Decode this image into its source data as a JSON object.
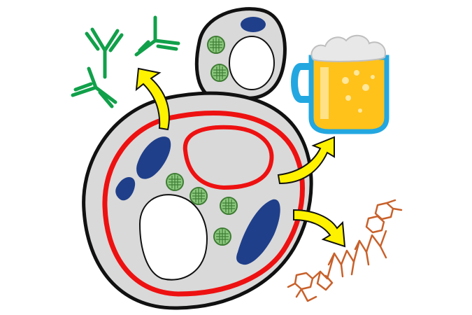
{
  "image": {
    "description_text": "",
    "background": "#ffffff"
  },
  "colors": {
    "outline": "#111111",
    "cell_fill": "#d9d9d9",
    "membrane_red": "#ee1111",
    "organelle_blue": "#1f3f8a",
    "granule_green": "#3f7d34",
    "granule_fill": "#8cc97f",
    "antibody_green": "#11a04a",
    "arrow_yellow": "#fff200",
    "beer_yellow": "#ffc21a",
    "beer_light": "#ffe79b",
    "mug_blue": "#23a7e0",
    "foam_gray": "#e8e8e8",
    "chain_orange": "#c8612b"
  },
  "icons": {
    "antibodies": "antibody-icon",
    "beer": "beer-mug-icon",
    "chain": "molecule-chain-icon",
    "cell": "yeast-cell-icon",
    "bud": "yeast-bud-icon",
    "arrow": "curved-arrow-icon"
  },
  "products": [
    "antibodies",
    "beer",
    "molecular chain"
  ]
}
